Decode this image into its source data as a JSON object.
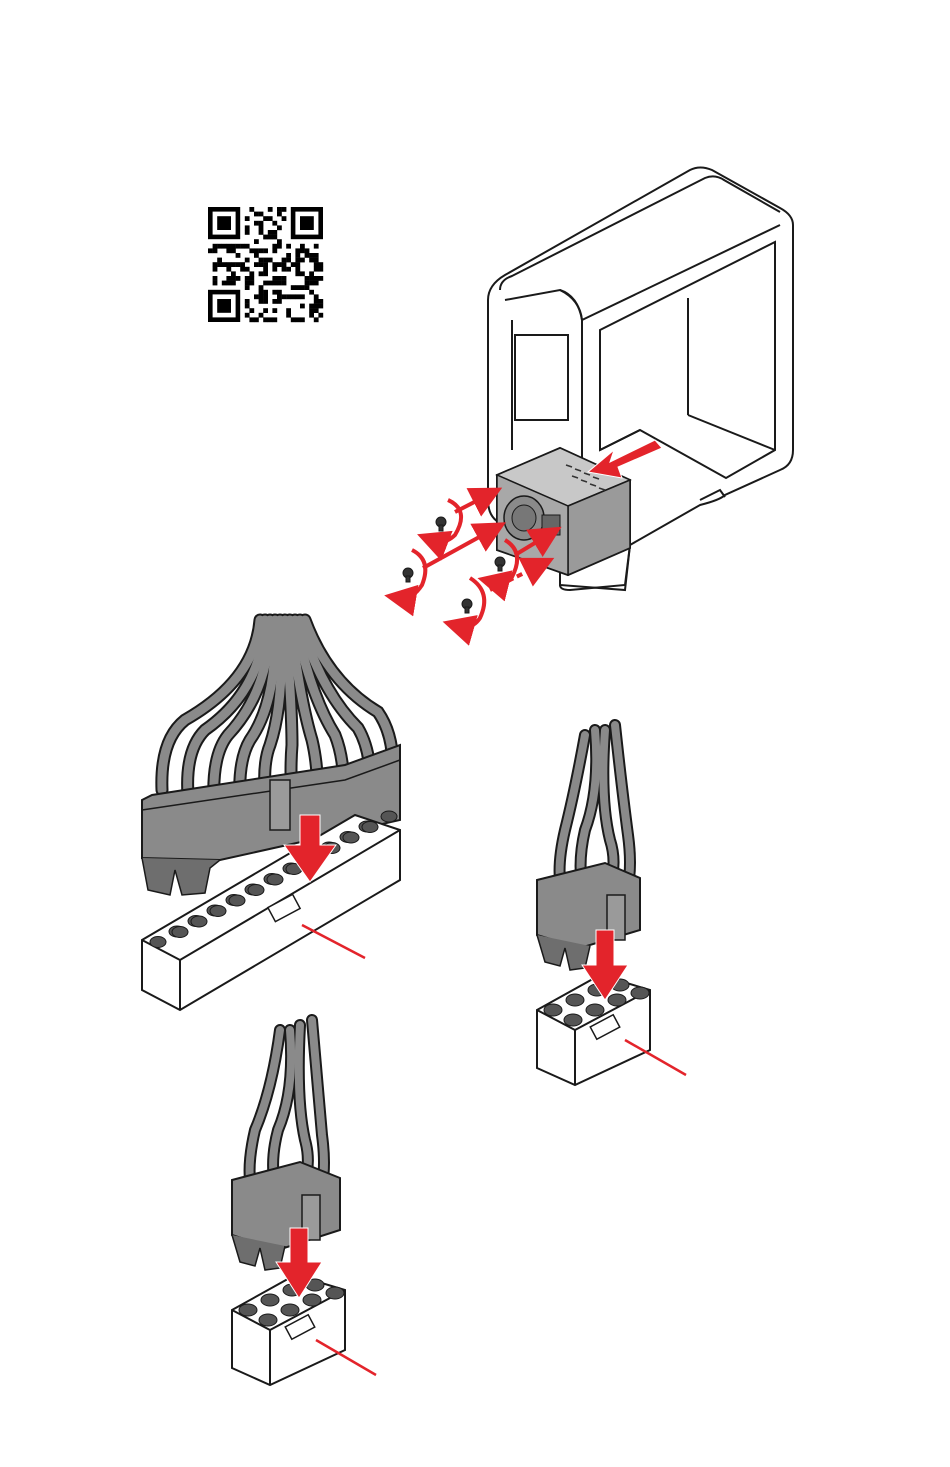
{
  "colors": {
    "accent_red": "#e3242b",
    "connector_gray": "#8a8a8a",
    "connector_gray_dark": "#6e6e6e",
    "outline": "#1a1a1a",
    "pin_dark": "#555555",
    "case_fill": "#ffffff",
    "psu_fill": "#9a9a9a"
  },
  "illustrations": [
    {
      "name": "qr-code",
      "icon": "qr-code-icon"
    },
    {
      "name": "pc-case-psu-install",
      "icon": "psu-install-icon"
    },
    {
      "name": "atx-24pin-connector",
      "icon": "atx-24pin-icon"
    },
    {
      "name": "cpu-8pin-connector-right",
      "icon": "eps-8pin-icon"
    },
    {
      "name": "cpu-8pin-connector-bottom",
      "icon": "eps-8pin-icon"
    }
  ]
}
